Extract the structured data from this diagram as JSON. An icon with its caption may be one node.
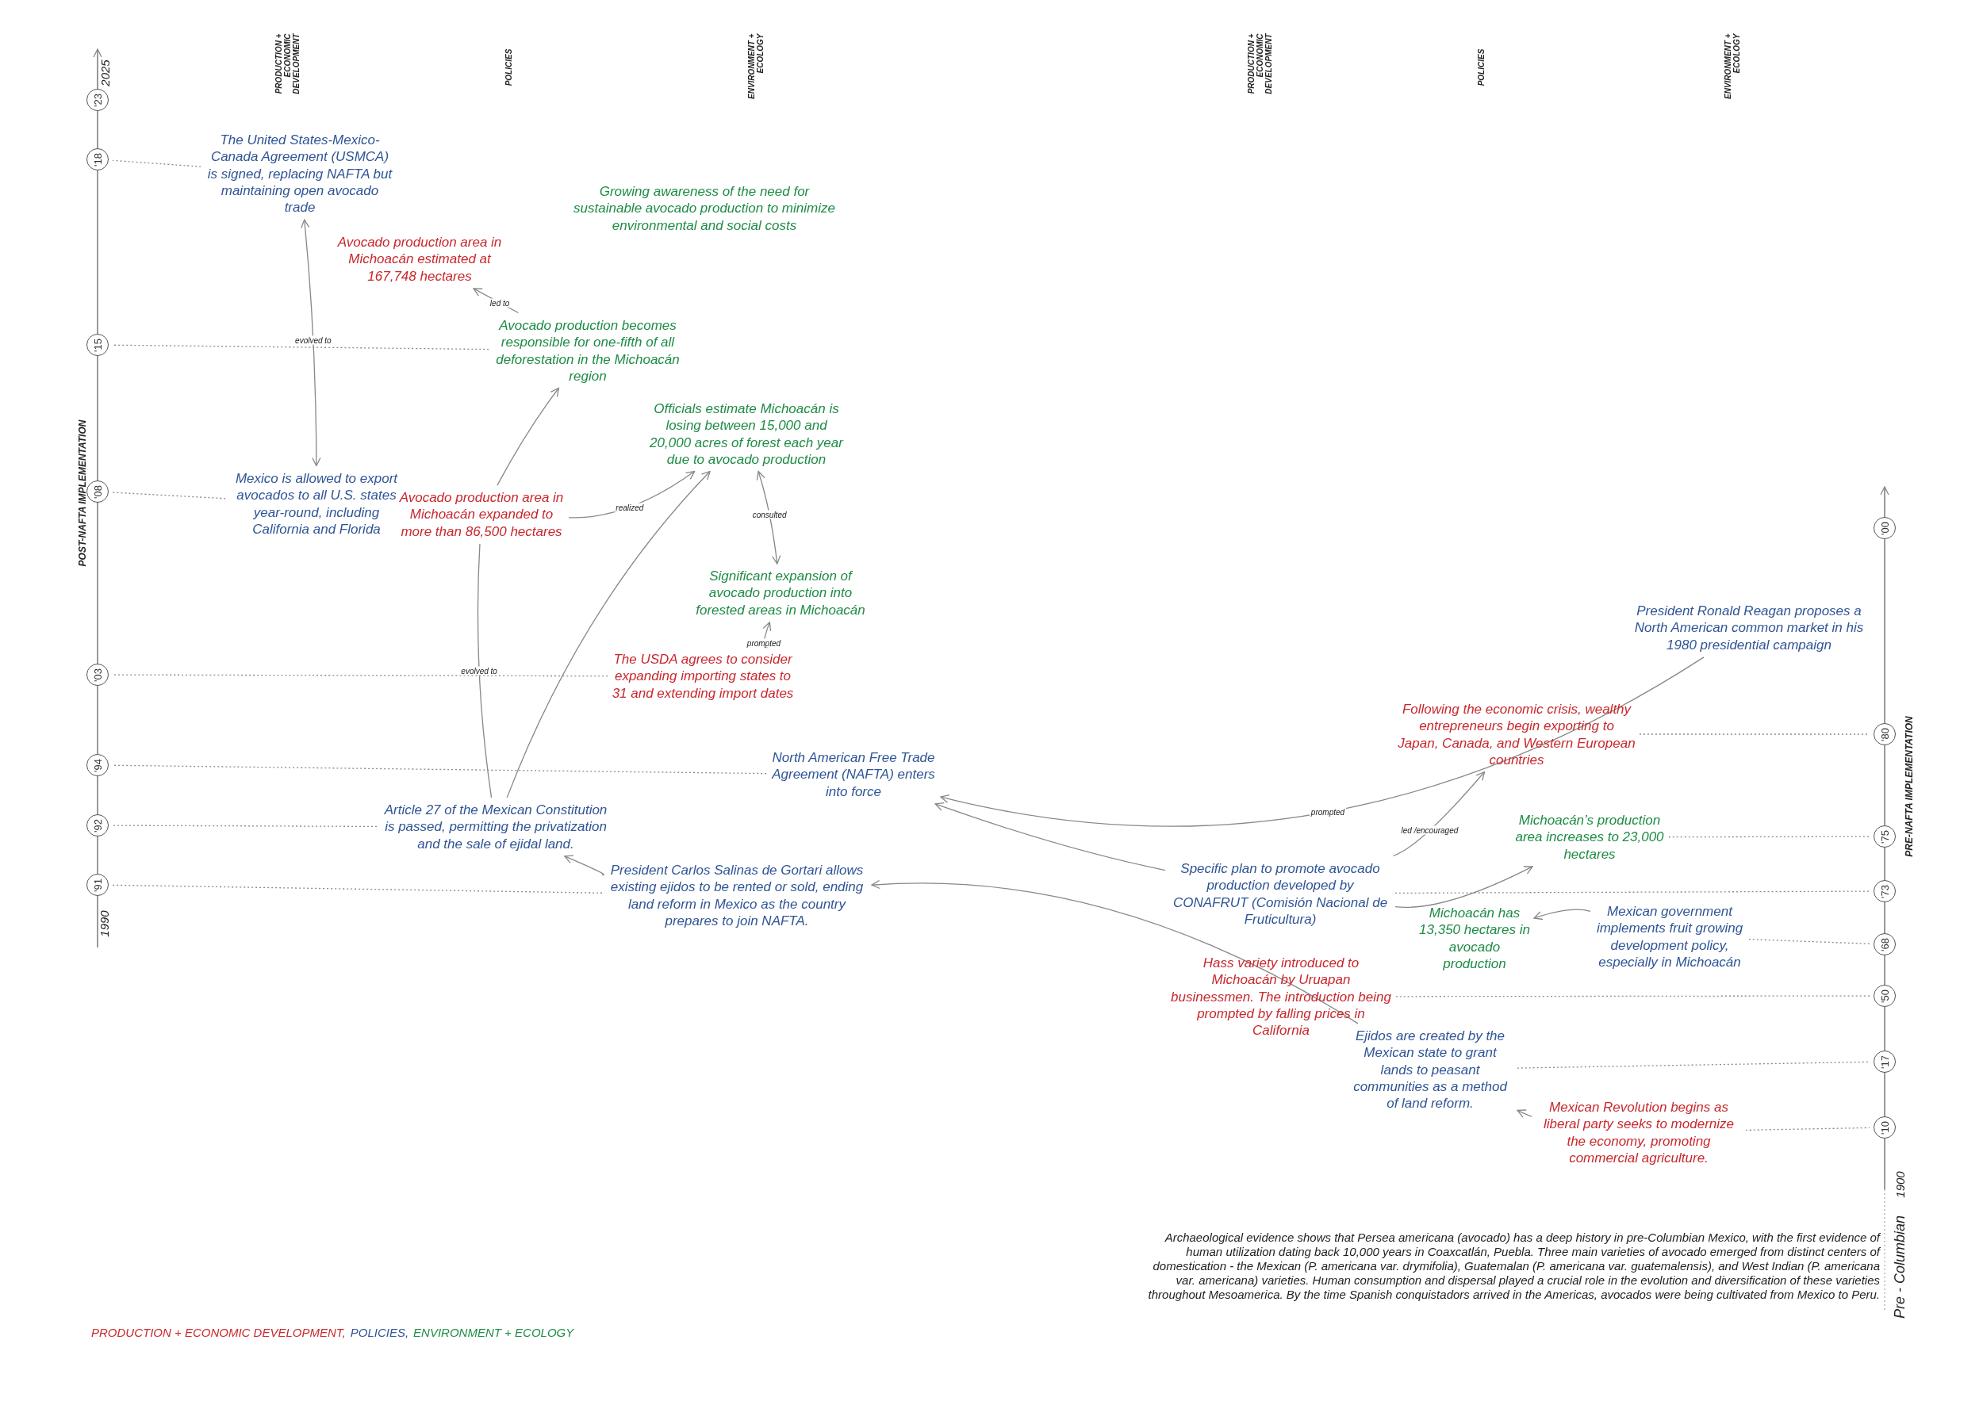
{
  "diagram": {
    "nodes": [
      {
        "text": [
          "The United States-Mexico-Canada Agreement (USMCA) is signed, replacing NAFTA but maintaining open avocado trade"
        ]
      },
      {
        "text": [
          "Growing awareness of the need for sustainable avocado production to minimize environmental and social costs"
        ]
      },
      {
        "text": [
          "Avocado production area in Michoacán estimated at 167,748 hectares"
        ]
      },
      {
        "text": [
          "Avocado production becomes responsible for one-fifth of all deforestation in the Michoacán region"
        ]
      },
      {
        "text": [
          "Officials estimate Michoacán is losing between 15,000 and 20,000 acres of forest each year due to avocado production"
        ]
      },
      {
        "text": [
          "Mexico is allowed to export avocados to all U.S. states year-round, including California and Florida"
        ]
      },
      {
        "text": [
          "Avocado production area in Michoacán expanded to more than 86,500 hectares"
        ]
      },
      {
        "text": [
          "Significant expansion of avocado production into forested areas in Michoacán"
        ]
      },
      {
        "text": [
          "The USDA agrees to consider expanding importing states to 31 and extending import dates"
        ]
      },
      {
        "text": [
          "North American Free Trade Agreement (NAFTA) enters into force"
        ]
      },
      {
        "text": [
          "Article 27 of the Mexican Constitution is passed, permitting the privatization and the sale of ejidal land."
        ]
      },
      {
        "text": [
          "President Carlos Salinas de Gortari allows existing ejidos to be rented or sold, ending land reform in Mexico as the country prepares to join NAFTA."
        ]
      },
      {
        "text": [
          "President Ronald Reagan proposes a North American common market in his 1980 presidential campaign"
        ]
      },
      {
        "text": [
          "Following the economic crisis, wealthy entrepreneurs begin exporting to Japan, Canada, and Western European countries"
        ]
      },
      {
        "text": [
          "Michoacán’s production area increases to 23,000 hectares"
        ]
      },
      {
        "text": [
          "Specific plan to promote avocado production developed by CONAFRUT (Comisión Nacional de Fruticultura)"
        ]
      },
      {
        "text": [
          "Michoacán has 13,350 hectares in avocado production"
        ]
      },
      {
        "text": [
          "Mexican government implements fruit growing development policy, especially in Michoacán"
        ]
      },
      {
        "text": [
          "Hass variety introduced to Michoacán by Uruapan businessmen. The introduction being prompted by falling prices in California"
        ]
      },
      {
        "text": [
          "Ejidos are created by the Mexican state to grant lands to peasant communities as a method of land reform."
        ]
      },
      {
        "text": [
          "Mexican Revolution begins as liberal party seeks to modernize the economy, promoting commercial agriculture."
        ]
      },
      {
        "text": [
          "'23"
        ]
      },
      {
        "text": [
          "'18"
        ]
      },
      {
        "text": [
          "'15"
        ]
      },
      {
        "text": [
          "'08"
        ]
      },
      {
        "text": [
          "'03"
        ]
      },
      {
        "text": [
          "'94"
        ]
      },
      {
        "text": [
          "'92"
        ]
      },
      {
        "text": [
          "'91"
        ]
      },
      {
        "text": [
          "'00"
        ]
      },
      {
        "text": [
          "'80"
        ]
      },
      {
        "text": [
          "'75"
        ]
      },
      {
        "text": [
          "'73"
        ]
      },
      {
        "text": [
          "'68"
        ]
      },
      {
        "text": [
          "'50"
        ]
      },
      {
        "text": [
          "'17"
        ]
      },
      {
        "text": [
          "'10"
        ]
      }
    ],
    "edges": [
      {
        "from": 0,
        "to": 5,
        "arrow": "both",
        "label": "evolved to"
      },
      {
        "from": 3,
        "to": 2,
        "arrow": "to",
        "label": "led to"
      },
      {
        "from": 6,
        "to": 4,
        "arrow": "to",
        "label": "realized"
      },
      {
        "from": 6,
        "to": 3,
        "arrow": "to"
      },
      {
        "from": 10,
        "to": 6,
        "arrow": "none",
        "label": "evolved to"
      },
      {
        "from": 10,
        "to": 4,
        "arrow": "to"
      },
      {
        "from": 4,
        "to": 7,
        "arrow": "both",
        "label": "consulted"
      },
      {
        "from": 8,
        "to": 7,
        "arrow": "to",
        "label": "prompted"
      },
      {
        "from": 12,
        "to": 9,
        "arrow": "to",
        "label": "prompted"
      },
      {
        "from": 15,
        "to": 9,
        "arrow": "to"
      },
      {
        "from": 11,
        "to": 10,
        "arrow": "to"
      },
      {
        "from": 15,
        "to": 13,
        "arrow": "to",
        "label": "led /encouraged"
      },
      {
        "from": 15,
        "to": 14,
        "arrow": "to"
      },
      {
        "from": 17,
        "to": 16,
        "arrow": "to"
      },
      {
        "from": 19,
        "to": 11,
        "arrow": "to"
      },
      {
        "from": 20,
        "to": 19,
        "arrow": "to"
      },
      {
        "from": 0,
        "to": 22,
        "arrow": "none",
        "style": "dashed"
      },
      {
        "from": 3,
        "to": 23,
        "arrow": "none",
        "style": "dashed"
      },
      {
        "from": 5,
        "to": 24,
        "arrow": "none",
        "style": "dashed"
      },
      {
        "from": 8,
        "to": 25,
        "arrow": "none",
        "style": "dashed"
      },
      {
        "from": 9,
        "to": 26,
        "arrow": "none",
        "style": "dashed"
      },
      {
        "from": 10,
        "to": 27,
        "arrow": "none",
        "style": "dashed"
      },
      {
        "from": 11,
        "to": 28,
        "arrow": "none",
        "style": "dashed"
      },
      {
        "from": 13,
        "to": 30,
        "arrow": "none",
        "style": "dashed"
      },
      {
        "from": 14,
        "to": 31,
        "arrow": "none",
        "style": "dashed"
      },
      {
        "from": 15,
        "to": 32,
        "arrow": "none",
        "style": "dashed"
      },
      {
        "from": 17,
        "to": 33,
        "arrow": "none",
        "style": "dashed"
      },
      {
        "from": 18,
        "to": 34,
        "arrow": "none",
        "style": "dashed"
      },
      {
        "from": 19,
        "to": 35,
        "arrow": "none",
        "style": "dashed"
      },
      {
        "from": 20,
        "to": 36,
        "arrow": "none",
        "style": "dashed"
      }
    ],
    "labels": [
      "2025",
      "PRODUCTION + ECONOMIC DEVELOPMENT",
      "POLICIES",
      "ENVIRONMENT + ECOLOGY",
      "PRODUCTION + ECONOMIC DEVELOPMENT",
      "POLICIES",
      "ENVIRONMENT + ECOLOGY",
      "POST-NAFTA IMPLEMENTATION",
      "1990",
      "PRE-NAFTA IMPLEMENTATION",
      "1900",
      "Pre - Columbian",
      "Archaeological evidence shows that Persea americana (avocado) has a deep history in pre-Columbian Mexico, with the first evidence of human utilization dating back 10,000 years in Coaxcatlán, Puebla. Three main varieties of avocado emerged from distinct centers of domestication - the Mexican (P. americana var. drymifolia), Guatemalan (P. americana var. guatemalensis), and West Indian (P. americana var. americana) varieties. Human consumption and dispersal played a crucial role in the evolution and diversification of these varieties throughout Mesoamerica. By the time Spanish conquistadors arrived in the Americas, avocados were being cultivated from Mexico to Peru."
    ],
    "legend": [
      {
        "text": "PRODUCTION + ECONOMIC DEVELOPMENT,",
        "color": "#c8282d"
      },
      {
        "text": "POLICIES,",
        "color": "#2f5596"
      },
      {
        "text": "ENVIRONMENT + ECOLOGY",
        "color": "#1e8c45"
      }
    ]
  }
}
